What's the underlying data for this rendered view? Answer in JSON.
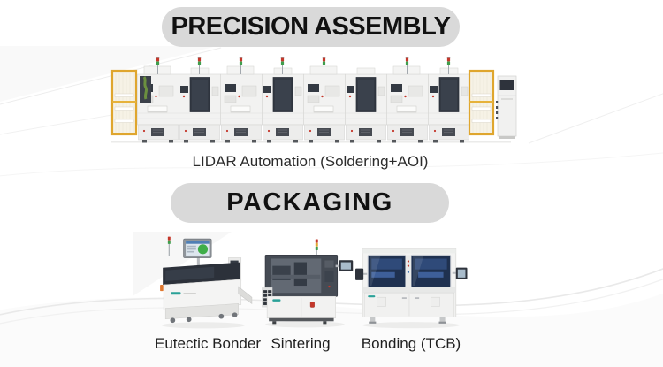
{
  "precision_assembly": {
    "banner_label": "PRECISION ASSEMBLY",
    "line_caption": "LIDAR Automation (Soldering+AOI)"
  },
  "packaging": {
    "banner_label": "PACKAGING",
    "machines": [
      {
        "label": "Eutectic Bonder"
      },
      {
        "label": "Sintering"
      },
      {
        "label": "Bonding (TCB)"
      }
    ]
  },
  "colors": {
    "banner_gray": "#d9d9d9",
    "text_black": "#111111",
    "safety_cage_yellow": "#dfa62e",
    "machine_body_white": "#f2f2f1",
    "dark_panel": "#333943",
    "signal_red": "#c4372a",
    "signal_yellow": "#e0a52f",
    "signal_green": "#3f9e4d",
    "window_blue": "#1f3150",
    "logo_teal": "#2aa198",
    "eutectic_screen_green": "#3fae49"
  }
}
